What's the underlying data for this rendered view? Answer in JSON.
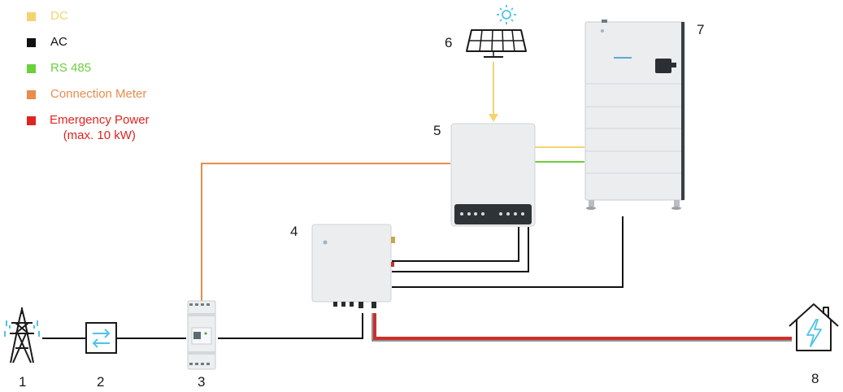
{
  "legend": [
    {
      "label": "DC",
      "color": "#f5d36e"
    },
    {
      "label": "AC",
      "color": "#111111"
    },
    {
      "label": "RS 485",
      "color": "#6ccf3c"
    },
    {
      "label": "Connection Meter",
      "color": "#e98c4c"
    },
    {
      "label": "Emergency Power",
      "sublabel": "(max. 10 kW)",
      "color": "#e0231f"
    }
  ],
  "components": {
    "grid": "1",
    "switch": "2",
    "meter": "3",
    "backup_box": "4",
    "inverter": "5",
    "solar": "6",
    "battery": "7",
    "house": "8"
  },
  "colors": {
    "dc": "#f5d36e",
    "ac": "#111111",
    "rs485": "#6ccf3c",
    "meter_line": "#e98c4c",
    "emergency": "#c9302c",
    "icon_blue": "#4fc3e8",
    "device_body": "#ebedef"
  }
}
